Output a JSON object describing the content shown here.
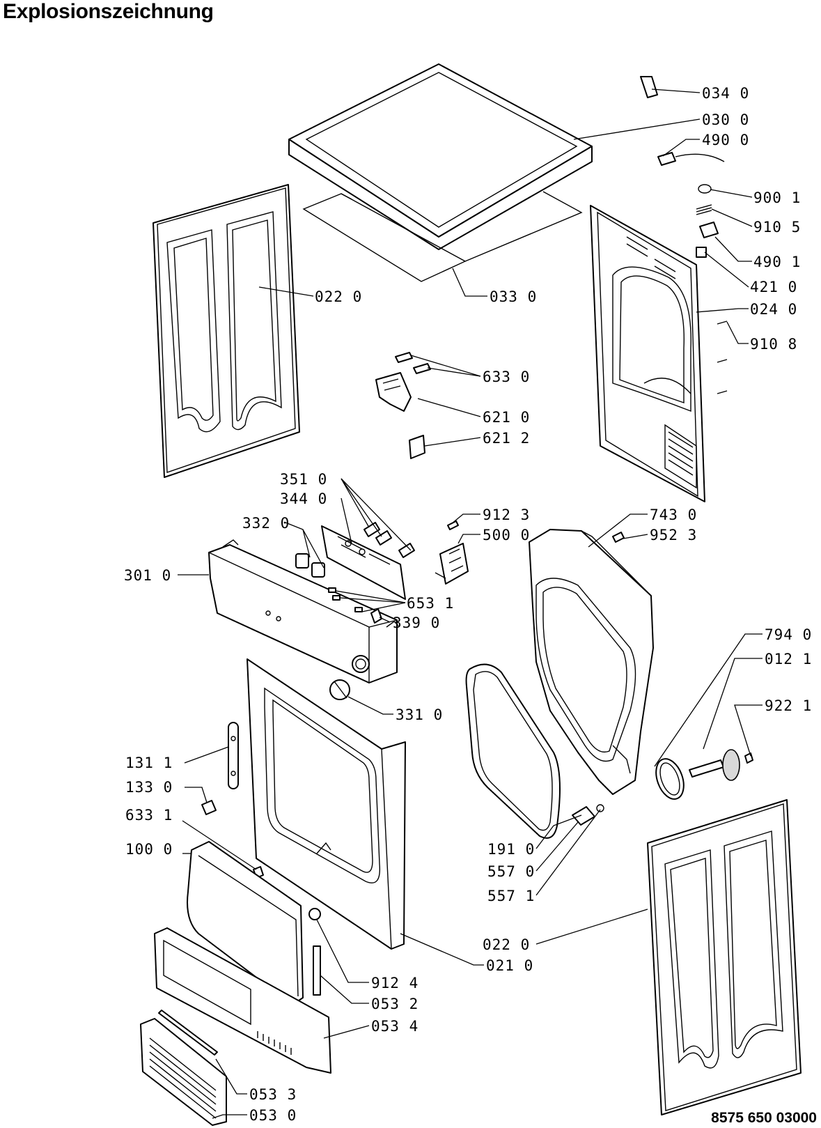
{
  "title": "Explosionszeichnung",
  "document_number": "8575 650 03000",
  "labels": [
    {
      "id": "034-0",
      "text": "034 0"
    },
    {
      "id": "030-0",
      "text": "030 0"
    },
    {
      "id": "490-0",
      "text": "490 0"
    },
    {
      "id": "900-1",
      "text": "900 1"
    },
    {
      "id": "910-5",
      "text": "910 5"
    },
    {
      "id": "490-1",
      "text": "490 1"
    },
    {
      "id": "421-0",
      "text": "421 0"
    },
    {
      "id": "024-0",
      "text": "024 0"
    },
    {
      "id": "910-8",
      "text": "910 8"
    },
    {
      "id": "022-0-left",
      "text": "022 0"
    },
    {
      "id": "033-0",
      "text": "033 0"
    },
    {
      "id": "633-0",
      "text": "633 0"
    },
    {
      "id": "621-0",
      "text": "621 0"
    },
    {
      "id": "621-2",
      "text": "621 2"
    },
    {
      "id": "351-0",
      "text": "351 0"
    },
    {
      "id": "344-0",
      "text": "344 0"
    },
    {
      "id": "332-0",
      "text": "332 0"
    },
    {
      "id": "912-3",
      "text": "912 3"
    },
    {
      "id": "500-0",
      "text": "500 0"
    },
    {
      "id": "743-0",
      "text": "743 0"
    },
    {
      "id": "952-3",
      "text": "952 3"
    },
    {
      "id": "301-0",
      "text": "301 0"
    },
    {
      "id": "653-1",
      "text": "653 1"
    },
    {
      "id": "339-0",
      "text": "339 0"
    },
    {
      "id": "794-0",
      "text": "794 0"
    },
    {
      "id": "012-1",
      "text": "012 1"
    },
    {
      "id": "922-1",
      "text": "922 1"
    },
    {
      "id": "331-0",
      "text": "331 0"
    },
    {
      "id": "131-1",
      "text": "131 1"
    },
    {
      "id": "133-0",
      "text": "133 0"
    },
    {
      "id": "633-1",
      "text": "633 1"
    },
    {
      "id": "100-0",
      "text": "100 0"
    },
    {
      "id": "191-0",
      "text": "191 0"
    },
    {
      "id": "557-0",
      "text": "557 0"
    },
    {
      "id": "557-1",
      "text": "557 1"
    },
    {
      "id": "022-0-right",
      "text": "022 0"
    },
    {
      "id": "021-0",
      "text": "021 0"
    },
    {
      "id": "912-4",
      "text": "912 4"
    },
    {
      "id": "053-2",
      "text": "053 2"
    },
    {
      "id": "053-4",
      "text": "053 4"
    },
    {
      "id": "053-3",
      "text": "053 3"
    },
    {
      "id": "053-0",
      "text": "053 0"
    }
  ]
}
